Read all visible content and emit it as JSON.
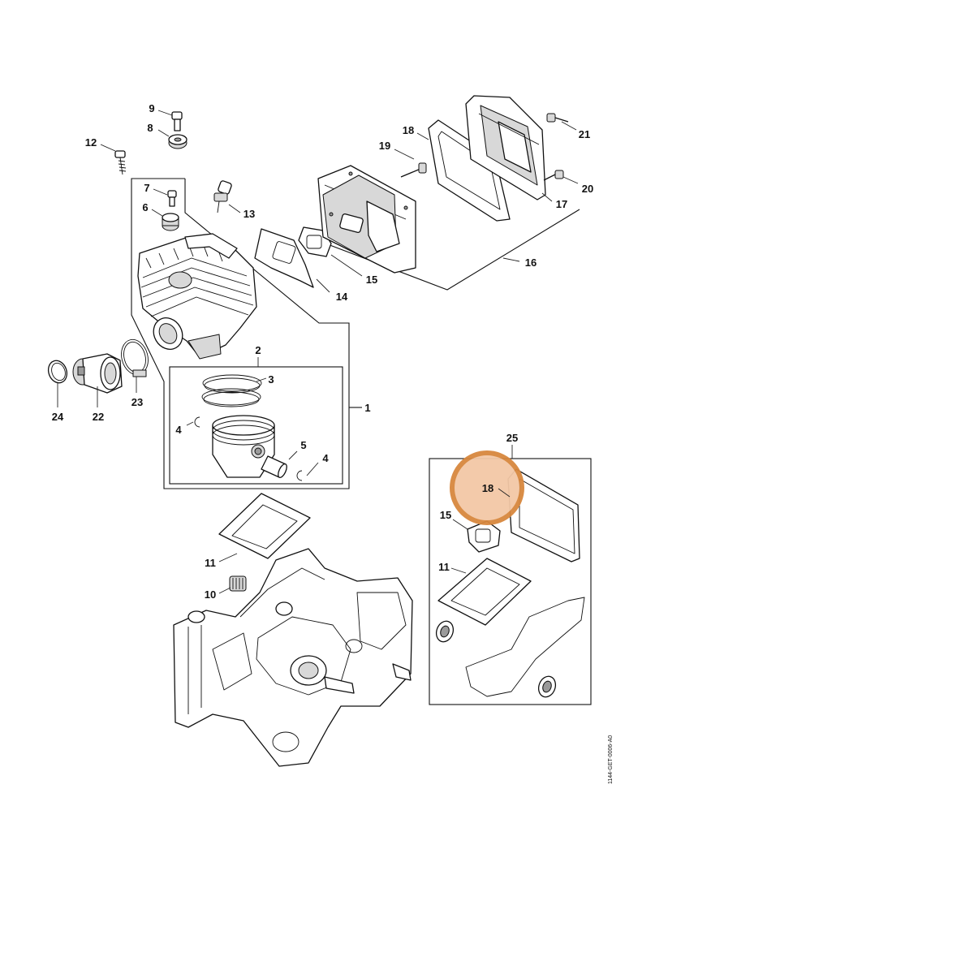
{
  "highlight": {
    "label": "18",
    "fill_color": "#f3c8a6",
    "ring_color": "#d8873e"
  },
  "reference_code": "1144-GET-0006-A0",
  "callouts": {
    "c1": "1",
    "c2": "2",
    "c3": "3",
    "c4a": "4",
    "c4b": "4",
    "c5": "5",
    "c6": "6",
    "c7": "7",
    "c8": "8",
    "c9": "9",
    "c10": "10",
    "c11a": "11",
    "c11b": "11",
    "c12": "12",
    "c13": "13",
    "c14": "14",
    "c15a": "15",
    "c15b": "15",
    "c16": "16",
    "c17": "17",
    "c18": "18",
    "c19": "19",
    "c20": "20",
    "c21": "21",
    "c22": "22",
    "c23": "23",
    "c24": "24",
    "c25": "25"
  }
}
